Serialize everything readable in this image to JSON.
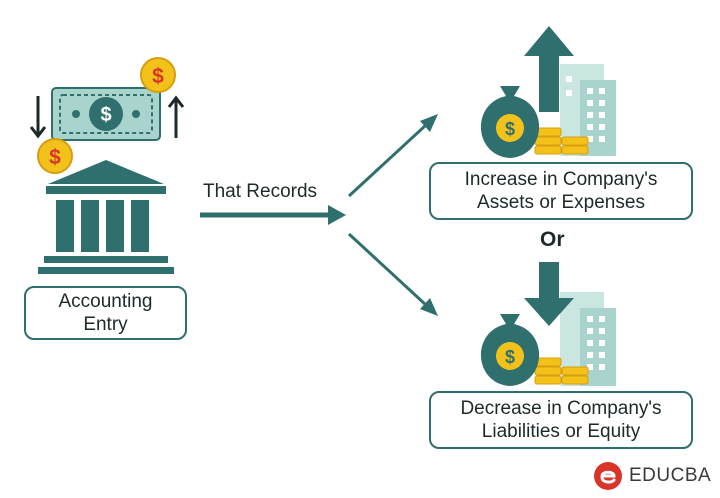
{
  "entry": {
    "line1": "Accounting",
    "line2": "Entry"
  },
  "connector": {
    "label": "That Records"
  },
  "increase": {
    "line1": "Increase in Company's",
    "line2": "Assets or Expenses"
  },
  "separator": {
    "label": "Or"
  },
  "decrease": {
    "line1": "Decrease in Company's",
    "line2": "Liabilities or Equity"
  },
  "brand": {
    "name": "EDUCBA",
    "icon": "educba-logo-icon"
  },
  "icons": {
    "entry": [
      "bank-building-icon",
      "banknote-icon",
      "coin-icon",
      "arrow-up-icon",
      "arrow-down-icon"
    ],
    "increase": [
      "money-bag-icon",
      "coin-stack-icon",
      "office-building-icon",
      "arrow-up-icon"
    ],
    "decrease": [
      "money-bag-icon",
      "coin-stack-icon",
      "office-building-icon",
      "arrow-down-icon"
    ]
  },
  "colors": {
    "teal": "#2f6f6e",
    "light_teal": "#a9d3cd",
    "mint": "#c9e6e0",
    "gold": "#f2c21b",
    "dark": "#1e2a2a",
    "brand_red": "#d8342a"
  }
}
